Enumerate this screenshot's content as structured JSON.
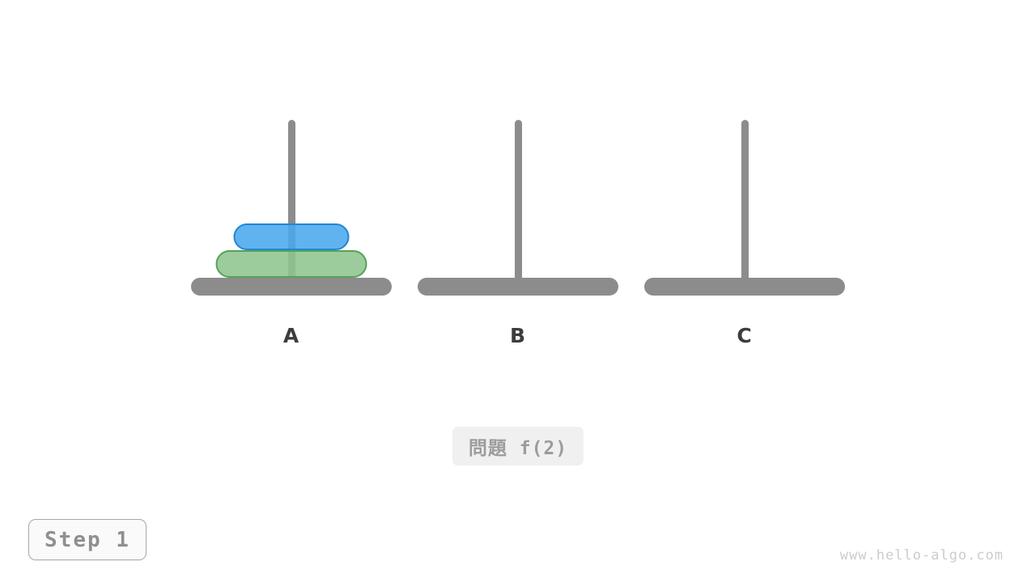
{
  "figure": {
    "problem_label": "問題 f(2)",
    "step_label": "Step 1",
    "watermark": "www.hello-algo.com"
  },
  "pegs": [
    {
      "label": "A",
      "disks": [
        {
          "name": "disk-2-large-green",
          "size": 2
        },
        {
          "name": "disk-1-small-blue",
          "size": 1
        }
      ]
    },
    {
      "label": "B",
      "disks": []
    },
    {
      "label": "C",
      "disks": []
    }
  ],
  "disk_styles": {
    "1": {
      "width": 143,
      "height": 33,
      "fill": "rgba(74,168,236,0.88)",
      "border": "#1f87d5"
    },
    "2": {
      "width": 187,
      "height": 34,
      "fill": "rgba(142,196,142,0.88)",
      "border": "#55a257"
    }
  },
  "colors": {
    "peg_gray": "#8c8c8c",
    "label_dark": "#3d3d3d",
    "blue_fill": "#4aa8ec",
    "blue_border": "#1f87d5",
    "green_fill": "#8ec48e",
    "green_border": "#55a257",
    "badge_bg": "#f0f0f0",
    "badge_text": "#9c9c9c",
    "step_bg": "#fafafa",
    "step_border": "#a6a6a6",
    "step_text": "#8f8f8f",
    "watermark_text": "#cccccc"
  }
}
